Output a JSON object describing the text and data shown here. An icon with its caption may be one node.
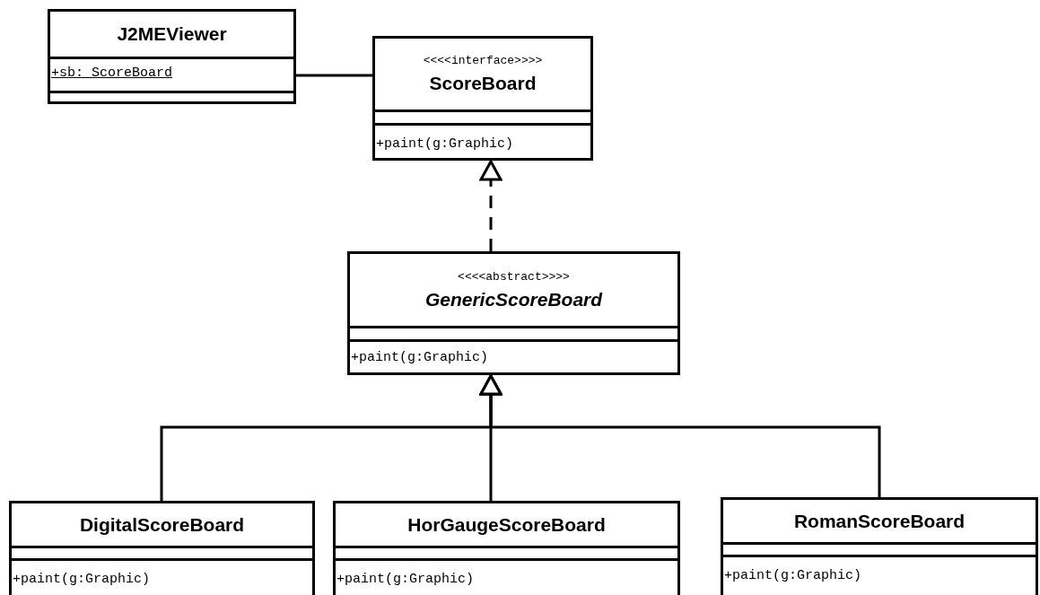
{
  "diagram": {
    "nodes": [
      {
        "text": [
          "J2MEViewer",
          "+sb: ScoreBoard"
        ]
      },
      {
        "text": [
          "<<<<interface>>>>",
          "ScoreBoard",
          "+paint(g:Graphic)"
        ]
      },
      {
        "text": [
          "<<<<abstract>>>>",
          "GenericScoreBoard",
          "+paint(g:Graphic)"
        ]
      },
      {
        "text": [
          "DigitalScoreBoard",
          "+paint(g:Graphic)"
        ]
      },
      {
        "text": [
          "HorGaugeScoreBoard",
          "+paint(g:Graphic)"
        ]
      },
      {
        "text": [
          "RomanScoreBoard",
          "+paint(g:Graphic)"
        ]
      }
    ],
    "edges": [
      {
        "from": 0,
        "to": 1,
        "arrow": "none"
      },
      {
        "from": 2,
        "to": 1,
        "arrow": "to",
        "style": "dashed"
      },
      {
        "from": 3,
        "to": 2,
        "arrow": "to"
      },
      {
        "from": 4,
        "to": 2,
        "arrow": "to"
      },
      {
        "from": 5,
        "to": 2,
        "arrow": "to"
      }
    ]
  }
}
